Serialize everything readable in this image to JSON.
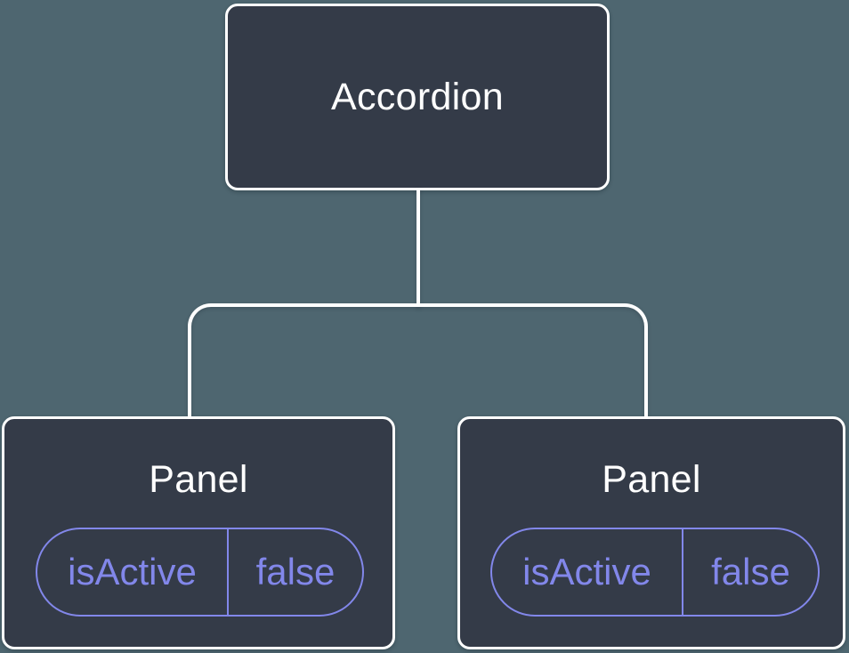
{
  "colors": {
    "background": "#4e6670",
    "node_fill": "#343b48",
    "node_border": "#ffffff",
    "node_text": "#ffffff",
    "state_accent": "#8287ea",
    "connector": "#ffffff"
  },
  "diagram": {
    "type": "component-tree",
    "root": {
      "label": "Accordion"
    },
    "children": [
      {
        "label": "Panel",
        "state": {
          "name": "isActive",
          "value": "false"
        }
      },
      {
        "label": "Panel",
        "state": {
          "name": "isActive",
          "value": "false"
        }
      }
    ]
  }
}
